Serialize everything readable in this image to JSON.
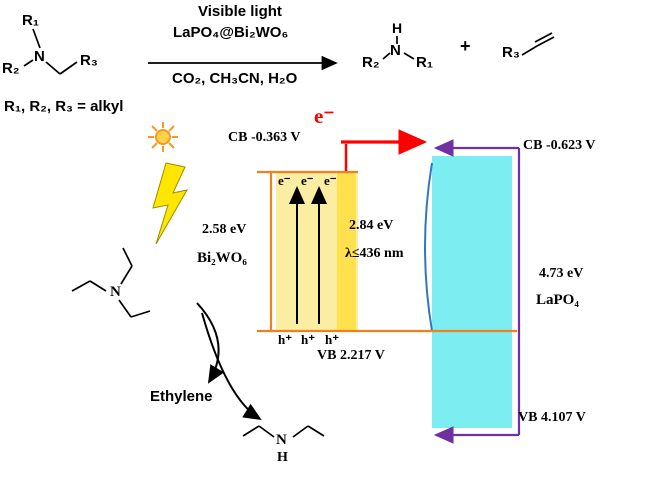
{
  "colors": {
    "bi2wo6_box": "#fbeda1",
    "bi2wo6_stripe": "#ffe14d",
    "lapo4_box": "#7ceef2",
    "orange": "#f07f1e",
    "purple": "#7030a0",
    "red": "#ff0000",
    "bolt": "#ffe600",
    "sun_fill": "#ffd24a"
  },
  "scheme": {
    "above_arrow_line1": "Visible light",
    "above_arrow_line2": "LaPO₄@Bi₂WO₆",
    "below_arrow": "CO₂, CH₃CN, H₂O",
    "reactant": {
      "r1": "R₁",
      "n": "N",
      "r2": "R₂",
      "r3": "R₃"
    },
    "product_amine": {
      "h": "H",
      "n": "N",
      "r2": "R₂",
      "r1": "R₁"
    },
    "plus": "+",
    "product_alkene": {
      "r3": "R₃"
    },
    "alkyl_note": "R₁, R₂, R₃ = alkyl"
  },
  "band": {
    "cb_bi2wo6": "CB -0.363 V",
    "vb_bi2wo6": "VB 2.217 V",
    "cb_lapo4": "CB -0.623 V",
    "vb_lapo4": "VB 4.107 V",
    "bandgap_bi2wo6": "2.58  eV",
    "bi2wo6": "Bi₂WO₆",
    "bandgap_photon": "2.84  eV",
    "wavelength": "λ≤436 nm",
    "bandgap_lapo4": "4.73 eV",
    "lapo4": "LaPO₄",
    "electron_transfer": "e⁻",
    "electrons": [
      "e⁻",
      "e⁻",
      "e⁻"
    ],
    "holes": [
      "h⁺",
      "h⁺",
      "h⁺"
    ]
  },
  "bottom": {
    "ethylene": "Ethylene",
    "triethylamine_n": "N",
    "diethylamine_n": "N",
    "diethylamine_h": "H"
  }
}
